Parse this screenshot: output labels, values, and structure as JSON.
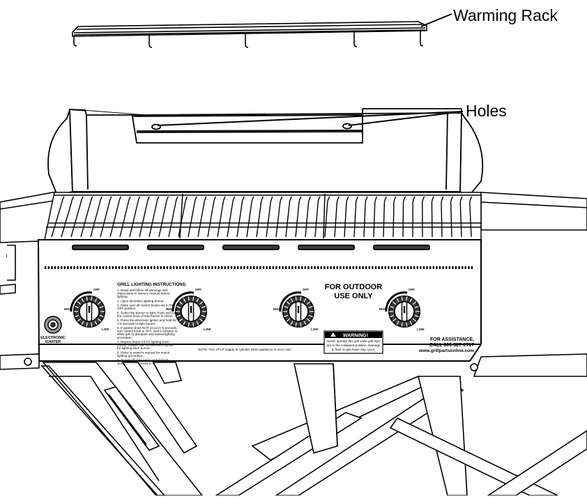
{
  "callouts": {
    "warming_rack": "Warming Rack",
    "holes": "Holes"
  },
  "panel": {
    "instructions_title": "GRILL LIGHTING INSTRUCTIONS:",
    "instructions": [
      "1. Read and follow all warnings and instructions in owner's manual before lighting.",
      "2. Open lid before lighting burner.",
      "3. Make sure all control knobs are in the OFF position.",
      "4. Select the burner to light. Push and turn the control knob of that burner to HIGH.",
      "5. Press the electronic igniter and hold for 3-5 seconds to light burner.",
      "6. If ignition does NOT occur in 5 seconds, turn control knob to OFF, wait 5 minutes to allow gas to dissipate and repeat lighting procedure.",
      "7. Repeat Steps 4-6 for lighting each burner. Always use the electronic igniter for lighting each burner.",
      "8. Refer to owner's manual for match lighting procedure.",
      "9. To turn off, turn each control knob clockwise until it locks in OFF position."
    ],
    "note": "NOTE: Turn off LP supply at cylinder when appliance is not in use.",
    "outdoor_line1": "FOR OUTDOOR",
    "outdoor_line2": "USE ONLY",
    "warning_title": "WARNING!",
    "warning_text": [
      "Never operate this grill while grill legs",
      "are in the collapsed position. Damage",
      "to floor or gas hose may occur."
    ],
    "assistance_line1": "FOR ASSISTANCE,",
    "assistance_line2": "CALL 800-527-0717",
    "assistance_line3": "www.grillpartsonline.com",
    "igniter_line1": "ELECTRONIC",
    "igniter_line2": "IGNITER",
    "knob_off": "OFF",
    "knob_high": "HIGH",
    "knob_low": "LOW"
  },
  "colors": {
    "line": "#000000",
    "fill": "#ffffff",
    "shade": "#9a9a9a",
    "dark": "#3a3a3a"
  }
}
